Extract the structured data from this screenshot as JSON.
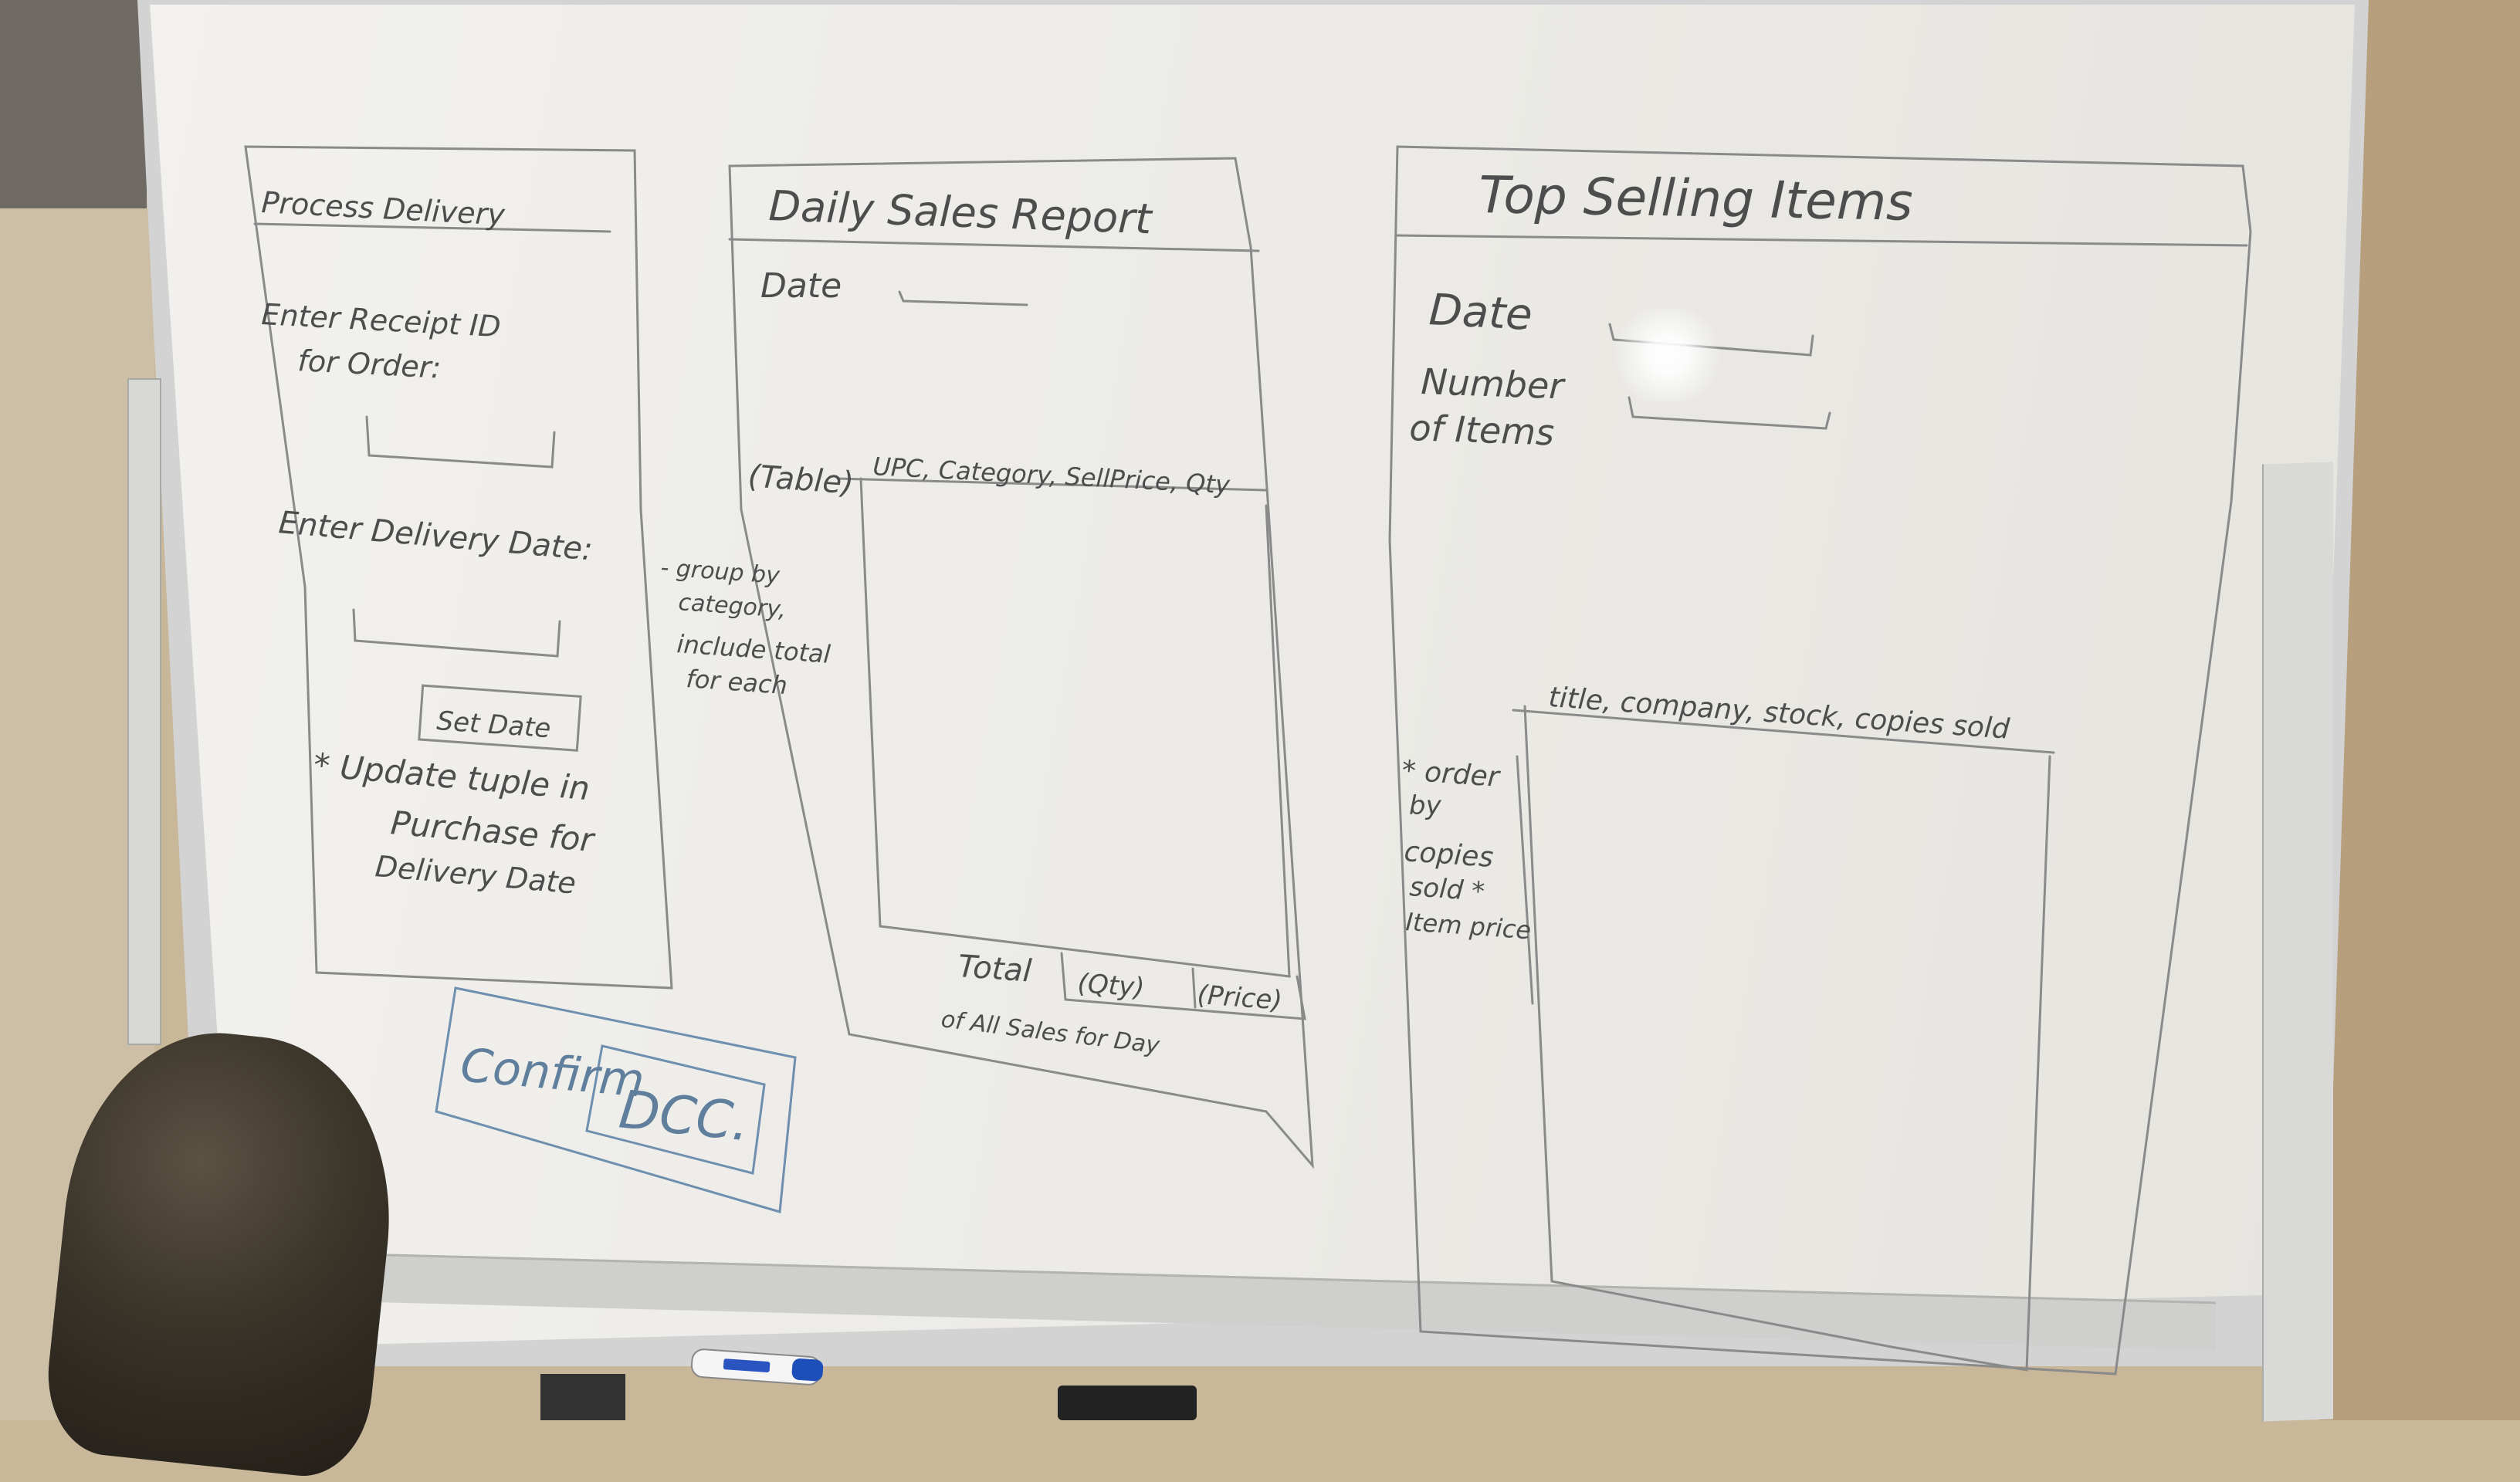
{
  "panel_delivery": {
    "title": "Process Delivery",
    "receipt_prompt_line1": "Enter Receipt ID",
    "receipt_prompt_line2": "for Order:",
    "date_prompt": "Enter Delivery Date:",
    "set_date_button": "Set Date",
    "note_line1": "* Update tuple in",
    "note_line2": "Purchase for",
    "note_line3": "Delivery Date"
  },
  "confirm_box": {
    "label": "Confirm",
    "button": "DCC."
  },
  "panel_sales": {
    "title": "Daily Sales Report",
    "date_label": "Date",
    "table_label": "(Table)",
    "table_columns": "UPC, Category, SellPrice, Qty",
    "side_note_line1": "- group by",
    "side_note_line2": "category,",
    "side_note_line3": "include total",
    "side_note_line4": "for each",
    "total_label": "Total",
    "total_qty": "(Qty)",
    "total_price": "(Price)",
    "total_note": "of All Sales for Day"
  },
  "panel_top": {
    "title": "Top Selling Items",
    "date_label": "Date",
    "number_label_line1": "Number",
    "number_label_line2": "of Items",
    "table_columns": "title, company, stock, copies sold",
    "side_note_line1": "* order",
    "side_note_line2": "by",
    "side_note_line3": "copies",
    "side_note_line4": "sold *",
    "side_note_line5": "Item price"
  },
  "colors": {
    "ink": "#4d4d4d",
    "blue_ink": "#5f7f9c",
    "board": "#efeeeb",
    "marker_cap": "#1d4fb8"
  }
}
